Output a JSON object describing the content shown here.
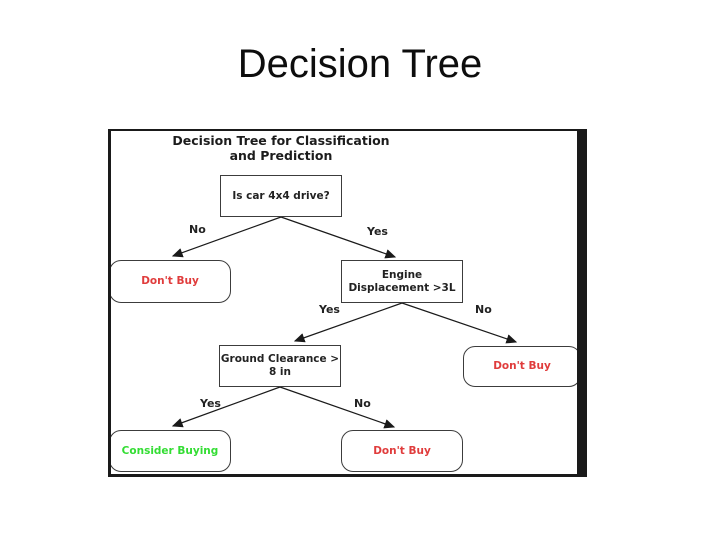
{
  "slide": {
    "title": "Decision Tree"
  },
  "diagram": {
    "heading": {
      "line1": "Decision Tree for Classification",
      "line2": "and Prediction"
    },
    "nodes": {
      "root": {
        "label": "Is car 4x4 drive?"
      },
      "dont_buy_left": {
        "label": "Don't Buy"
      },
      "engine": {
        "line1": "Engine",
        "line2": "Displacement >3L"
      },
      "ground": {
        "line1": "Ground Clearance >",
        "line2": "8 in"
      },
      "dont_buy_right": {
        "label": "Don't Buy"
      },
      "consider_buying": {
        "label": "Consider Buying"
      },
      "dont_buy_bottom": {
        "label": "Don't Buy"
      }
    },
    "edge_labels": {
      "root_no": "No",
      "root_yes": "Yes",
      "engine_yes": "Yes",
      "engine_no": "No",
      "ground_yes": "Yes",
      "ground_no": "No"
    },
    "colors": {
      "negative_text": "#e03c3c",
      "positive_text": "#33dd33",
      "node_border": "#3c3c3c",
      "frame_border": "#1a1a1a",
      "arrow": "#1a1a1a"
    }
  }
}
